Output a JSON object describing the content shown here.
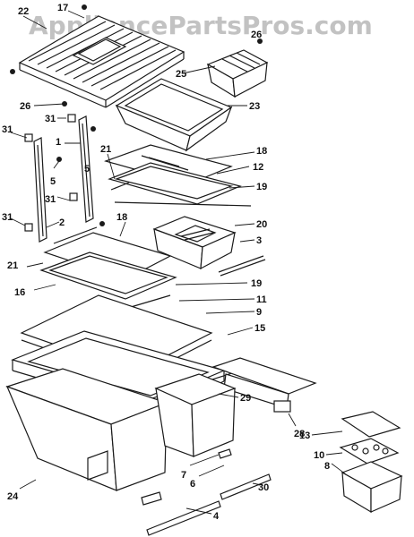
{
  "watermark": "AppliancePartsPros.com",
  "callouts": {
    "c22": "22",
    "c17": "17",
    "c26a": "26",
    "c26b": "26",
    "c25": "25",
    "c23": "23",
    "c31a": "31",
    "c31b": "31",
    "c31c": "31",
    "c31d": "31",
    "c1": "1",
    "c5a": "5",
    "c5b": "5",
    "c2": "2",
    "c21a": "21",
    "c21b": "21",
    "c18a": "18",
    "c18b": "18",
    "c12": "12",
    "c19a": "19",
    "c19b": "19",
    "c20": "20",
    "c3": "3",
    "c16": "16",
    "c11": "11",
    "c9": "9",
    "c15": "15",
    "c29": "29",
    "c28": "28",
    "c13": "13",
    "c10": "10",
    "c8": "8",
    "c24": "24",
    "c7": "7",
    "c6": "6",
    "c30": "30",
    "c4": "4"
  }
}
